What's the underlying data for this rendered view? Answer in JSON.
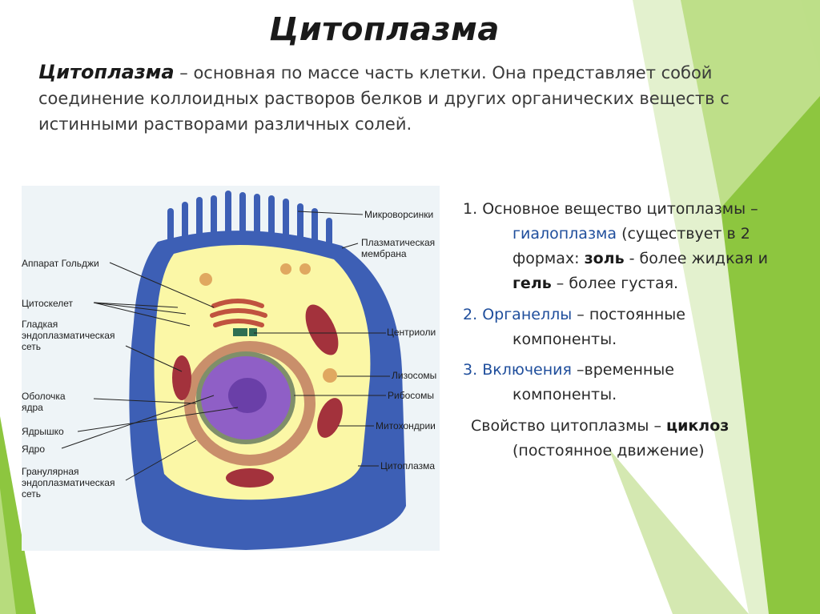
{
  "title": "Цитоплазма",
  "intro": {
    "term": "Цитоплазма",
    "text": " – основная по массе часть клетки. Она представляет собой соединение коллоидных растворов белков и других органических веществ с истинными растворами различных солей."
  },
  "diagram": {
    "labels": {
      "microvilli": "Микроворсинки",
      "membrane": "Плазматическая\nмембрана",
      "golgi": "Аппарат Гольджи",
      "cytoskeleton": "Цитоскелет",
      "smooth_er": "Гладкая\nэндоплазматическая\nсеть",
      "centrioles": "Центриоли",
      "lysosomes": "Лизосомы",
      "nuclear_envelope": "Оболочка\nядра",
      "ribosomes": "Рибосомы",
      "nucleolus": "Ядрышко",
      "mitochondria": "Митохондрии",
      "nucleus": "Ядро",
      "granular_er": "Гранулярная\nэндоплазматическая\nсеть",
      "cytoplasm": "Цитоплазма"
    }
  },
  "points": {
    "p1": {
      "num": "1.",
      "a": "Основное вещество цитоплазмы – ",
      "hl": "гиалоплазма",
      "b": " (существует в 2 формах: ",
      "bold1": "золь",
      "c": " - более жидкая и ",
      "bold2": "гель",
      "d": " – более густая."
    },
    "p2": {
      "num": "2.",
      "hl": "Органеллы",
      "text": " – постоянные компоненты."
    },
    "p3": {
      "num": "3.",
      "hl": "Включения",
      "text": " –временные компоненты."
    },
    "prop": {
      "a": "Свойство цитоплазмы – ",
      "bold": "циклоз",
      "b": "(постоянное движение)"
    }
  },
  "colors": {
    "accent_green": "#8dc63f",
    "light_green": "#c8e29a",
    "cell_outer": "#3d5fb5",
    "cytoplasm_yellow": "#fbf7a6",
    "nucleus": "#8f5fc6",
    "highlight_blue": "#1f4e9c"
  }
}
